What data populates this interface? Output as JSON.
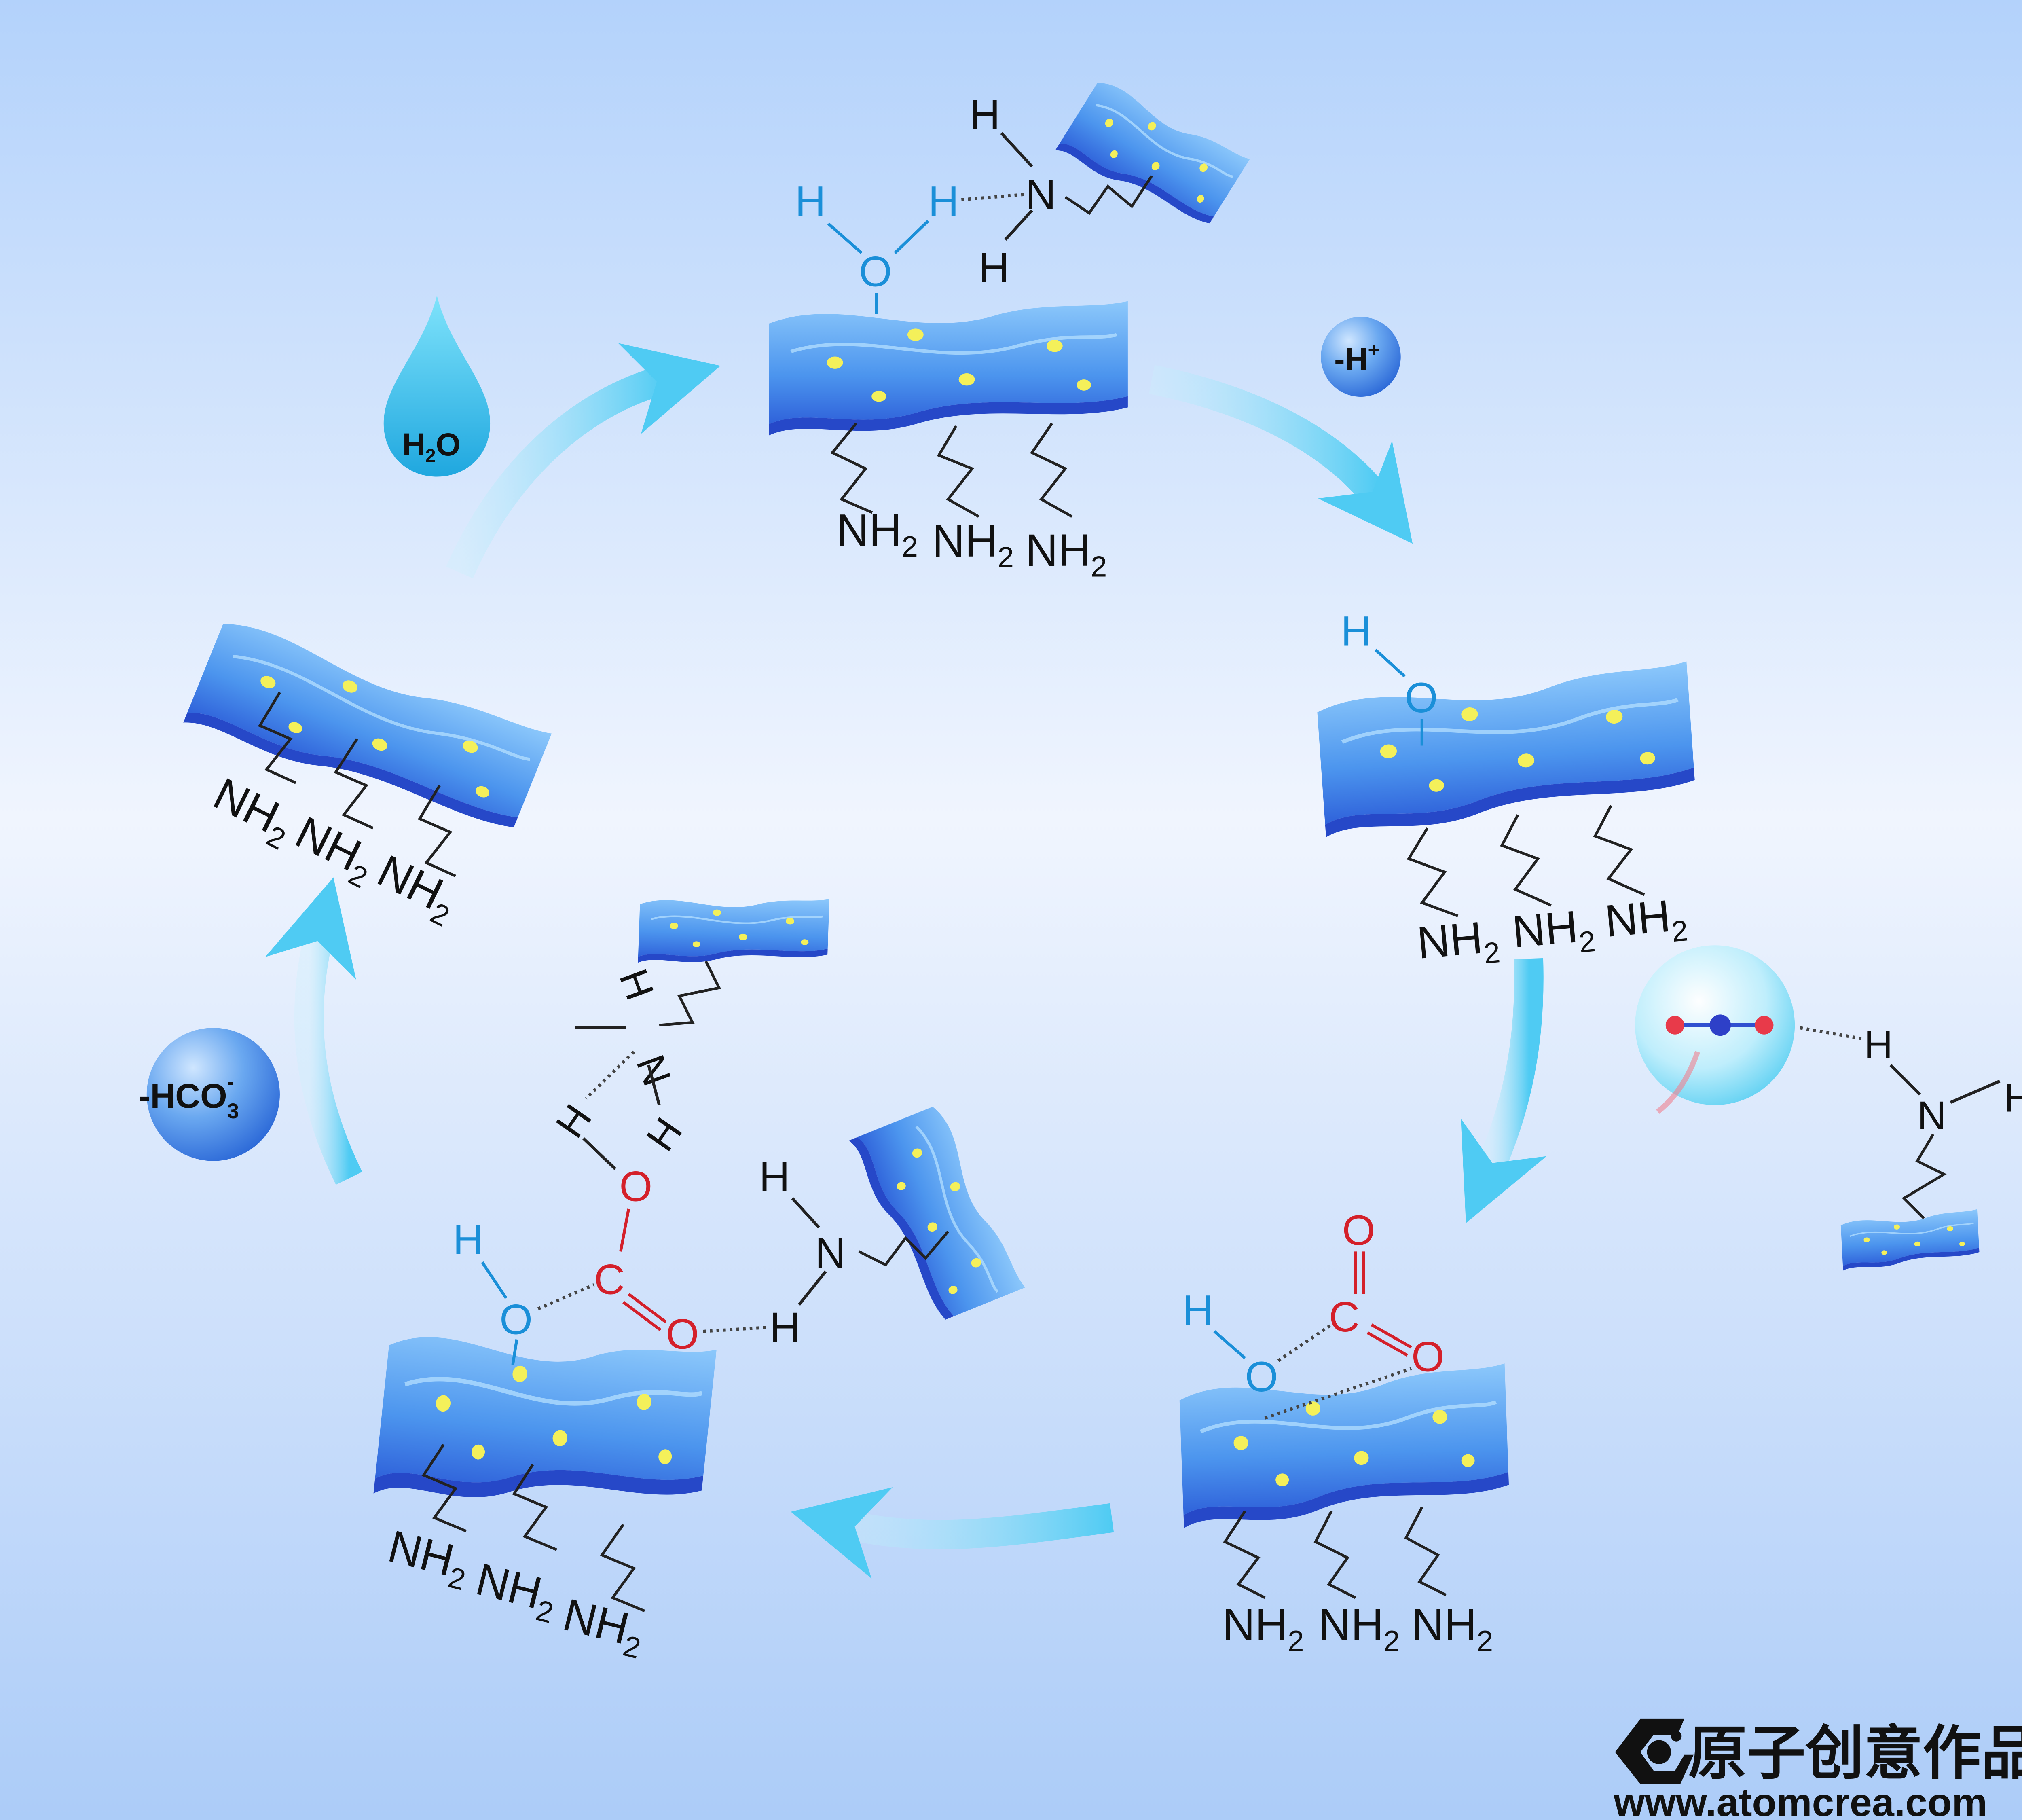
{
  "title": "Amine-functionalized sheet CO2 capture cycle",
  "atoms": {
    "H": "H",
    "O": "O",
    "N": "N",
    "C": "C",
    "NH": "NH",
    "sub2": "2",
    "sub3": "3"
  },
  "badges": {
    "proton_loss": {
      "main": "-H",
      "sup": "+"
    },
    "water": {
      "main": "H",
      "sub": "2",
      "tail": "O"
    },
    "bicarbonate_loss": {
      "main": "-HCO",
      "sub": "3",
      "sup": "-"
    }
  },
  "logo": {
    "name": "原子创意作品",
    "url": "www.atomcrea.com"
  },
  "colors": {
    "background_top": "#b5d3fb",
    "background_mid": "#eef4fe",
    "sheet": "#4a93ee",
    "arrow": "#5fd2f4",
    "oxygen_red": "#d4202a",
    "water_blue": "#1a8fd8"
  }
}
